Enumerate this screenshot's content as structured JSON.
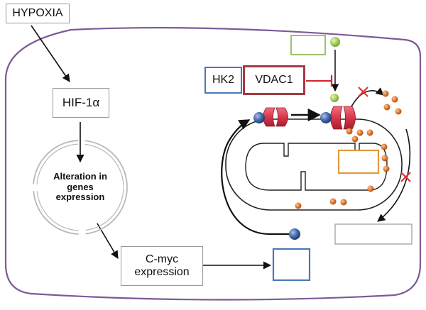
{
  "labels": {
    "hypoxia": "HYPOXIA",
    "hif": "HIF-1α",
    "alteration": "Alteration in genes expression",
    "cmyc": "C-myc expression",
    "hk2": "HK2",
    "vdac1": "VDAC1"
  },
  "colors": {
    "cell_membrane": "#7b5a98",
    "hk2_border": "#4a78b5",
    "vdac1_border": "#a33b42",
    "inhibition": "#d6262e",
    "green_box": "#9bc36a",
    "orange_box": "#e39a3c",
    "blue_box": "#4a78b5",
    "gray_box": "#9a9a9a",
    "channel": "#e04a5e",
    "blue_ball": "#3c5f9e",
    "green_ball": "#a7cf5c",
    "orange_ball": "#e07a2e"
  },
  "icons": [
    "green-ball",
    "blue-ball",
    "orange-ball",
    "channel-icon",
    "block-cross-icon"
  ]
}
